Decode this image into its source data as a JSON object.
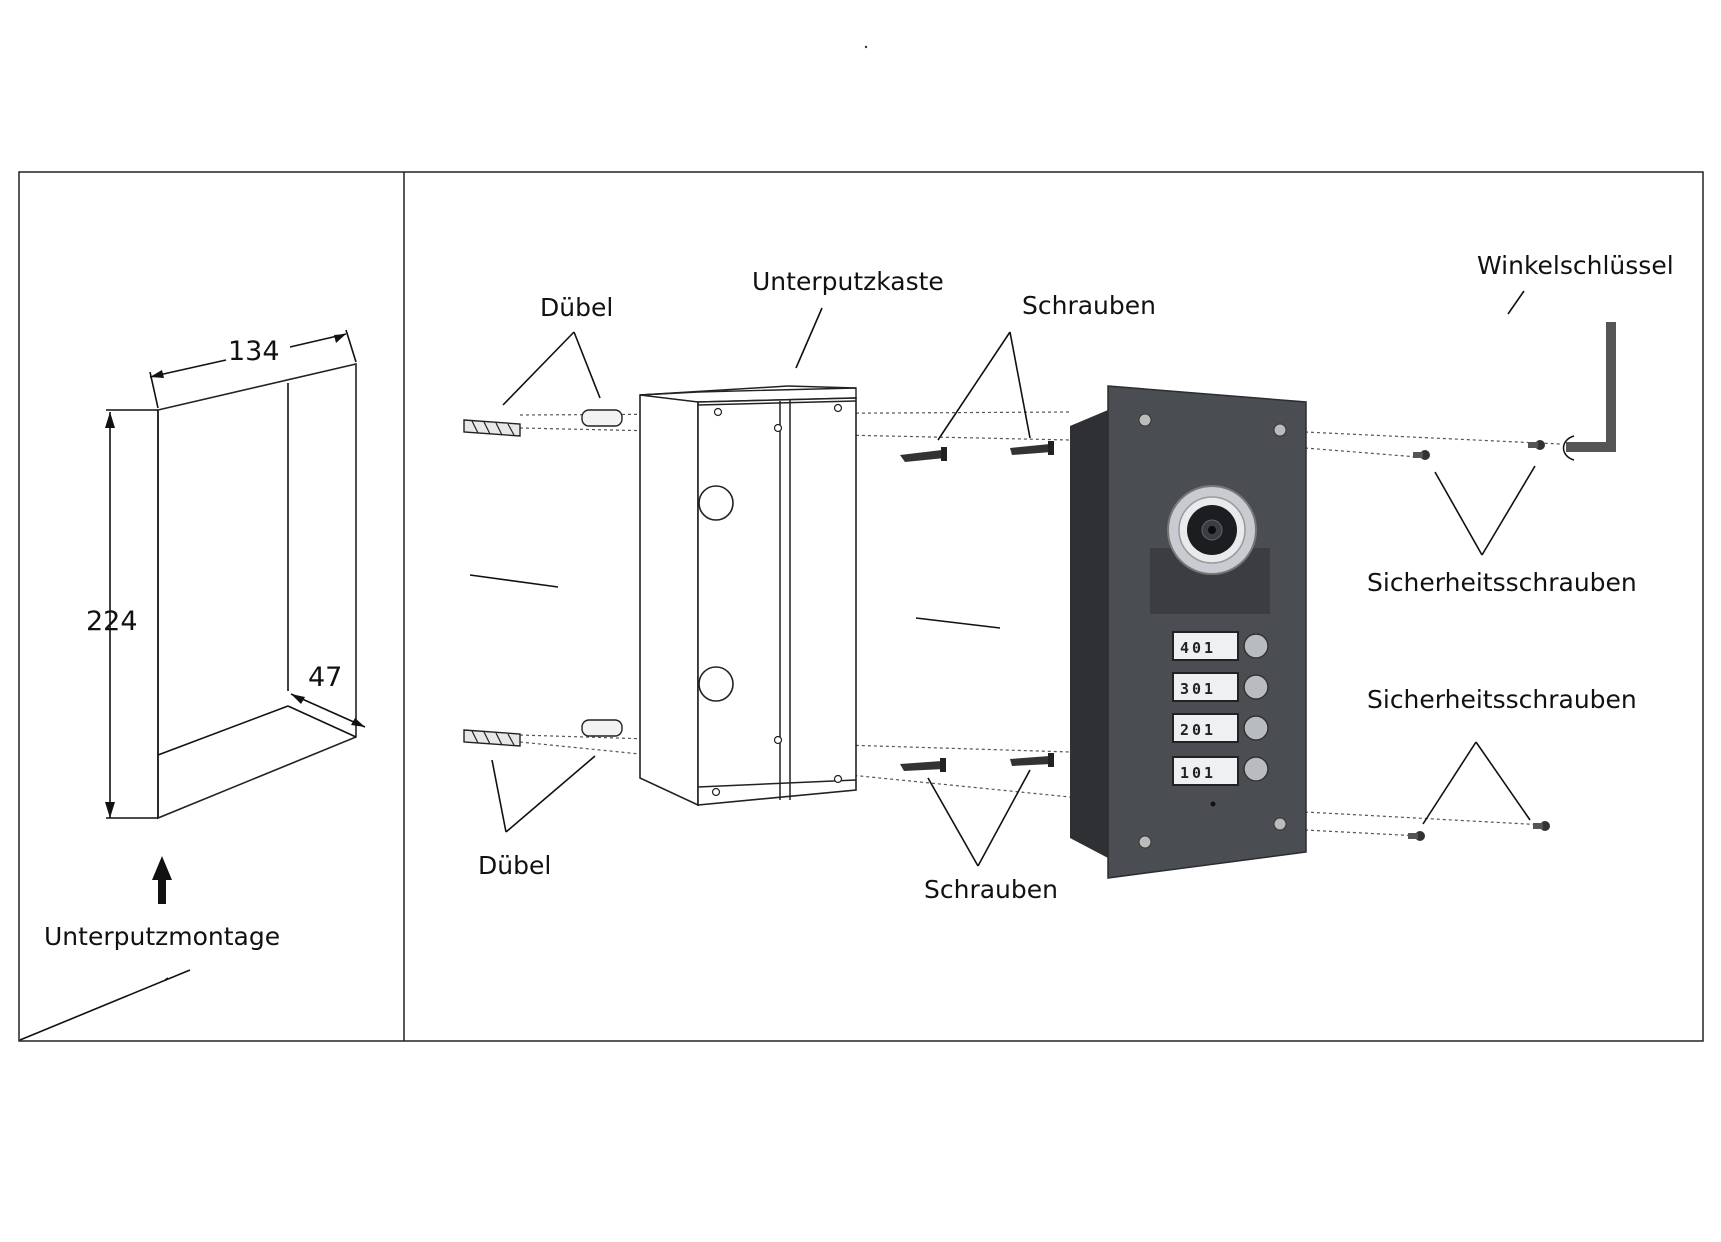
{
  "dimensions": {
    "width": "134",
    "height": "224",
    "depth": "47"
  },
  "labels": {
    "mount_type": "Unterputzmontage",
    "dowel_top": "Dübel",
    "dowel_bottom": "Dübel",
    "flush_box": "Unterputzkaste",
    "screws_top": "Schrauben",
    "screws_bottom": "Schrauben",
    "allen_key": "Winkelschlüssel",
    "security_screws_top": "Sicherheitsschrauben",
    "security_screws_bottom": "Sicherheitsschrauben"
  },
  "panel": {
    "name_plates": [
      "401",
      "301",
      "201",
      "101"
    ],
    "color": "#4a4d52"
  }
}
